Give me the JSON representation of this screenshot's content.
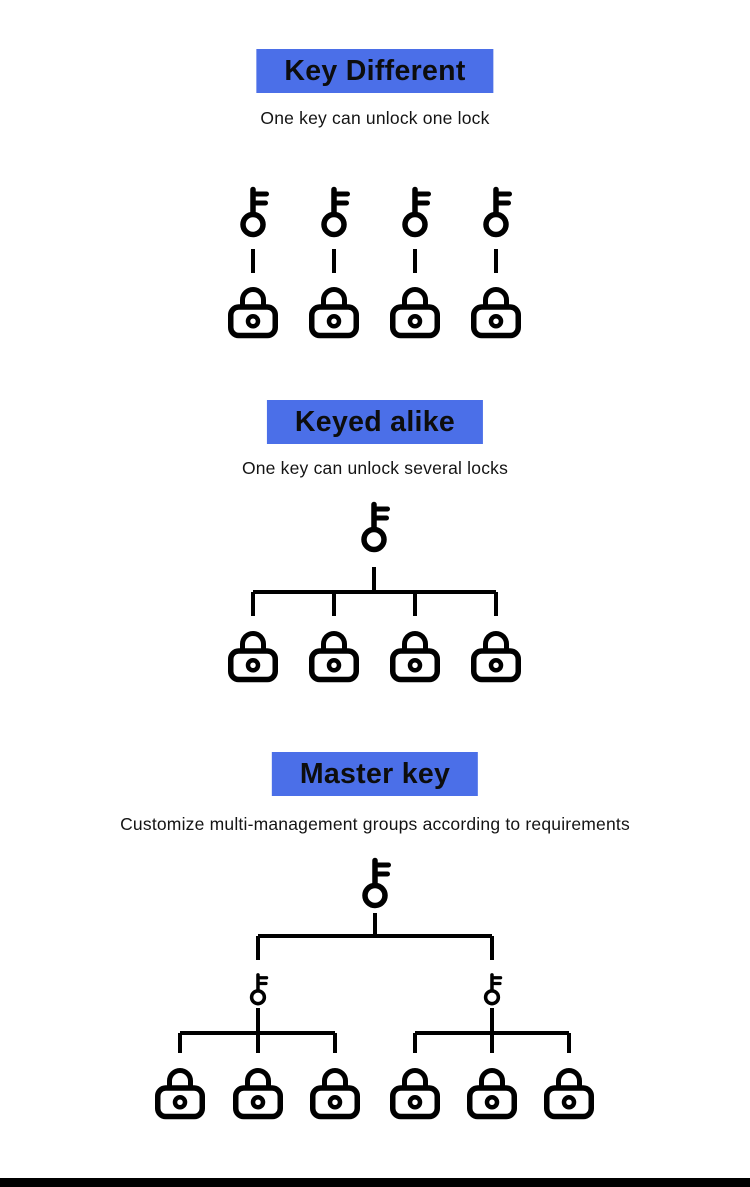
{
  "page": {
    "background_color": "#ffffff",
    "accent_color": "#4b6fe8",
    "text_color": "#141414",
    "icon_color": "#000000",
    "footer_bar_color": "#000000"
  },
  "sections": [
    {
      "title": "Key Different",
      "subtitle": "One key can unlock one lock",
      "diagram": {
        "type": "one-to-one",
        "key_count": 4,
        "lock_count": 4,
        "icons": [
          "key-icon",
          "lock-icon"
        ]
      }
    },
    {
      "title": "Keyed alike",
      "subtitle": "One key can unlock several locks",
      "diagram": {
        "type": "one-to-many",
        "key_count": 1,
        "lock_count": 4,
        "icons": [
          "key-icon",
          "lock-icon"
        ]
      }
    },
    {
      "title": "Master key",
      "subtitle": "Customize multi-management groups according to requirements",
      "diagram": {
        "type": "hierarchy",
        "master_key_count": 1,
        "sub_key_count": 2,
        "locks_per_sub_key": 3,
        "lock_count": 6,
        "icons": [
          "key-icon",
          "lock-icon"
        ]
      }
    }
  ]
}
